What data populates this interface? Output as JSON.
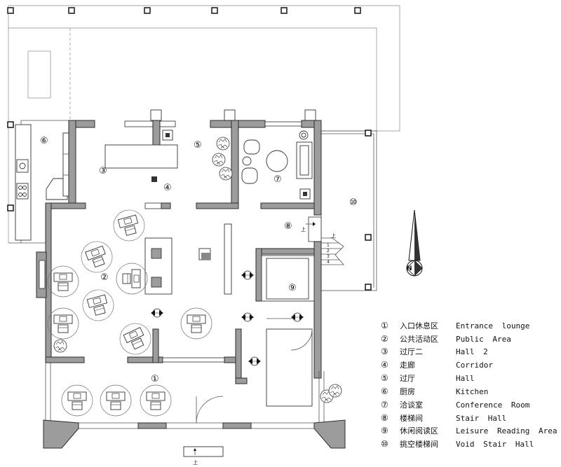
{
  "plan": {
    "markers": [
      "①",
      "②",
      "③",
      "④",
      "⑤",
      "⑥",
      "⑦",
      "⑧",
      "⑨",
      "⑩"
    ],
    "north_label": "N",
    "up_label": "上",
    "stair_steps": [
      "1",
      "2",
      "3",
      "4"
    ]
  },
  "legend": [
    {
      "num": "①",
      "zh": "入口休息区",
      "en": "Entrance lounge"
    },
    {
      "num": "②",
      "zh": "公共活动区",
      "en": "Public Area"
    },
    {
      "num": "③",
      "zh": "过厅二",
      "en": "Hall 2"
    },
    {
      "num": "④",
      "zh": "走廊",
      "en": "Corridor"
    },
    {
      "num": "⑤",
      "zh": "过厅",
      "en": "Hall"
    },
    {
      "num": "⑥",
      "zh": "厨房",
      "en": "Kitchen"
    },
    {
      "num": "⑦",
      "zh": "洽谈室",
      "en": "Conference Room"
    },
    {
      "num": "⑧",
      "zh": "楼梯间",
      "en": "Stair Hall"
    },
    {
      "num": "⑨",
      "zh": "休闲阅读区",
      "en": "Leisure Reading Area"
    },
    {
      "num": "⑩",
      "zh": "挑空楼梯间",
      "en": "Void Stair Hall"
    }
  ],
  "colors": {
    "wall": "#9c9c9c",
    "line": "#2b2b2b"
  }
}
